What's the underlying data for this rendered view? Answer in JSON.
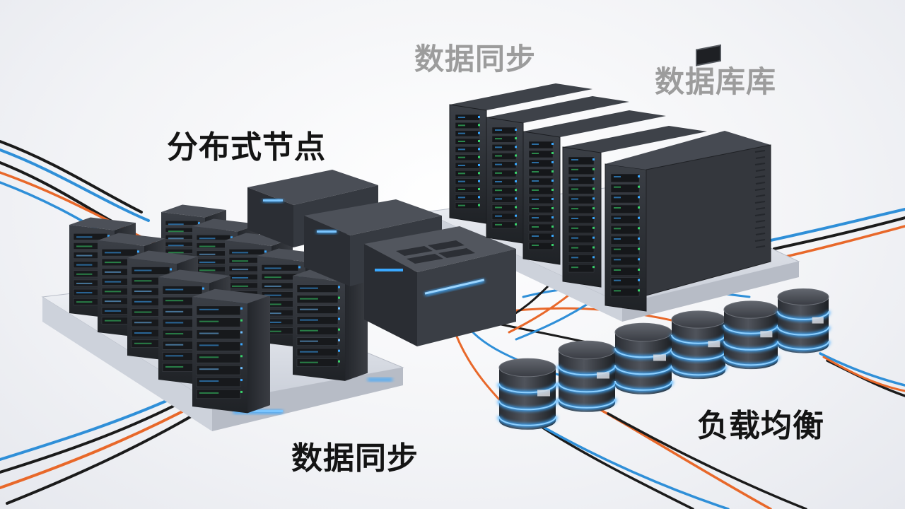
{
  "labels": {
    "distributed_nodes": "分布式节点",
    "data_sync_top": "数据同步",
    "database_top": "数据库库",
    "data_sync_bottom": "数据同步",
    "load_balance": "负载均衡"
  },
  "colors": {
    "cable_blue": "#2f8fd8",
    "cable_orange": "#e8682a",
    "cable_black": "#1b1b1b",
    "led_blue": "#3aa8ff",
    "led_green": "#39d36b",
    "server_body": "#2e3136",
    "platform": "#dfe2e8"
  },
  "icons": {
    "server_rack": "server-rack-icon",
    "database_cylinder": "database-cylinder-icon",
    "switch_box": "network-switch-icon"
  }
}
